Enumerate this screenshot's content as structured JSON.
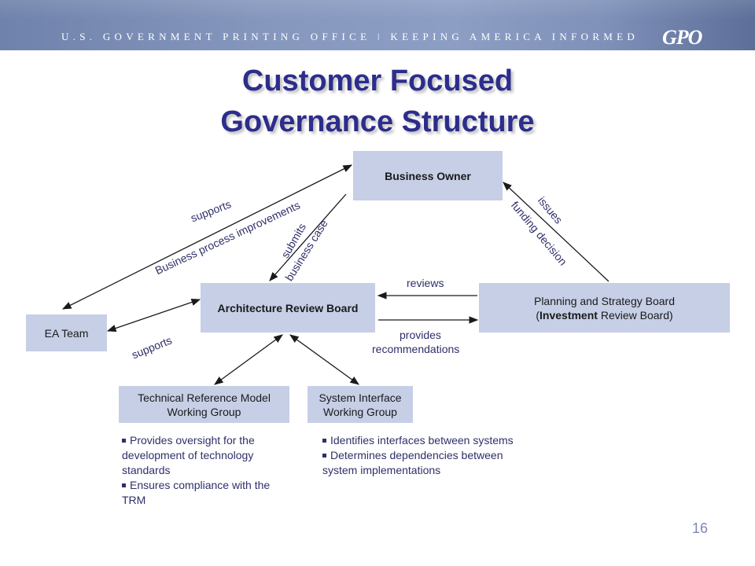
{
  "header": {
    "tagline": "U.S. GOVERNMENT PRINTING OFFICE ǀ KEEPING AMERICA INFORMED",
    "logo": "GPO"
  },
  "title": {
    "line1": "Customer Focused",
    "line2": "Governance Structure"
  },
  "nodes": {
    "business_owner": "Business Owner",
    "arb": "Architecture Review Board",
    "planning_line1": "Planning and Strategy Board",
    "planning_line2_pre": "(",
    "planning_line2_bold": "Investment",
    "planning_line2_post": " Review Board)",
    "ea_team": "EA Team",
    "trm_line1": "Technical Reference Model",
    "trm_line2": "Working Group",
    "siwg_line1": "System Interface",
    "siwg_line2": "Working Group"
  },
  "edges": {
    "supports_top": "supports",
    "bpi": "Business process improvements",
    "submits": "submits",
    "business_case": "business case",
    "issues": "issues",
    "funding_decision": "funding decision",
    "reviews": "reviews",
    "provides": "provides",
    "recommendations": "recommendations",
    "supports_bottom": "supports"
  },
  "bullets": {
    "trm": [
      "Provides oversight for the development of technology standards",
      "Ensures compliance with the TRM"
    ],
    "siwg": [
      "Identifies interfaces between systems",
      "Determines dependencies between system implementations"
    ]
  },
  "page_number": "16"
}
